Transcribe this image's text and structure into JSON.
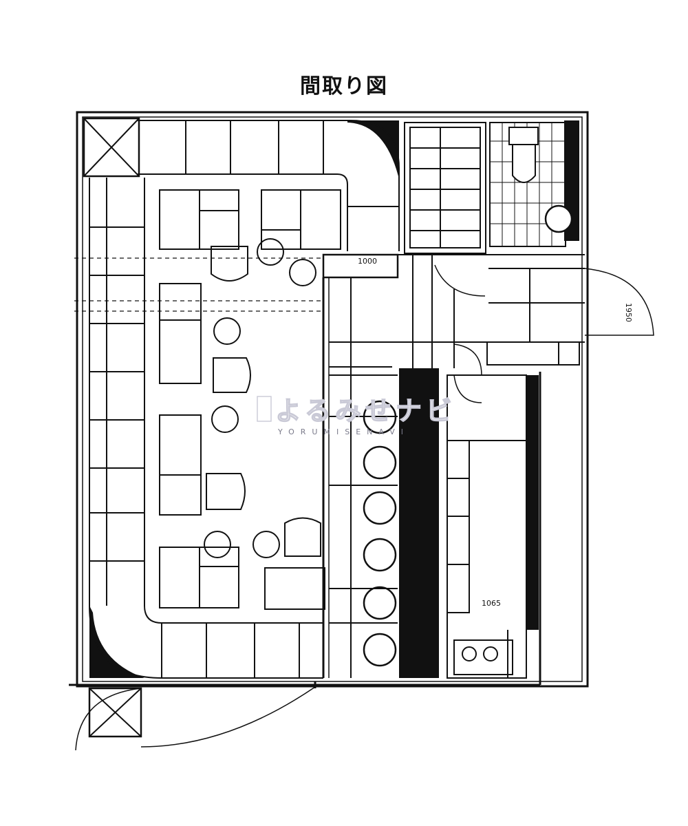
{
  "title": "間取り図",
  "dimension_label": "1950",
  "watermark": {
    "text": "よるみせナビ",
    "sub": "YORUMISENAVI"
  }
}
